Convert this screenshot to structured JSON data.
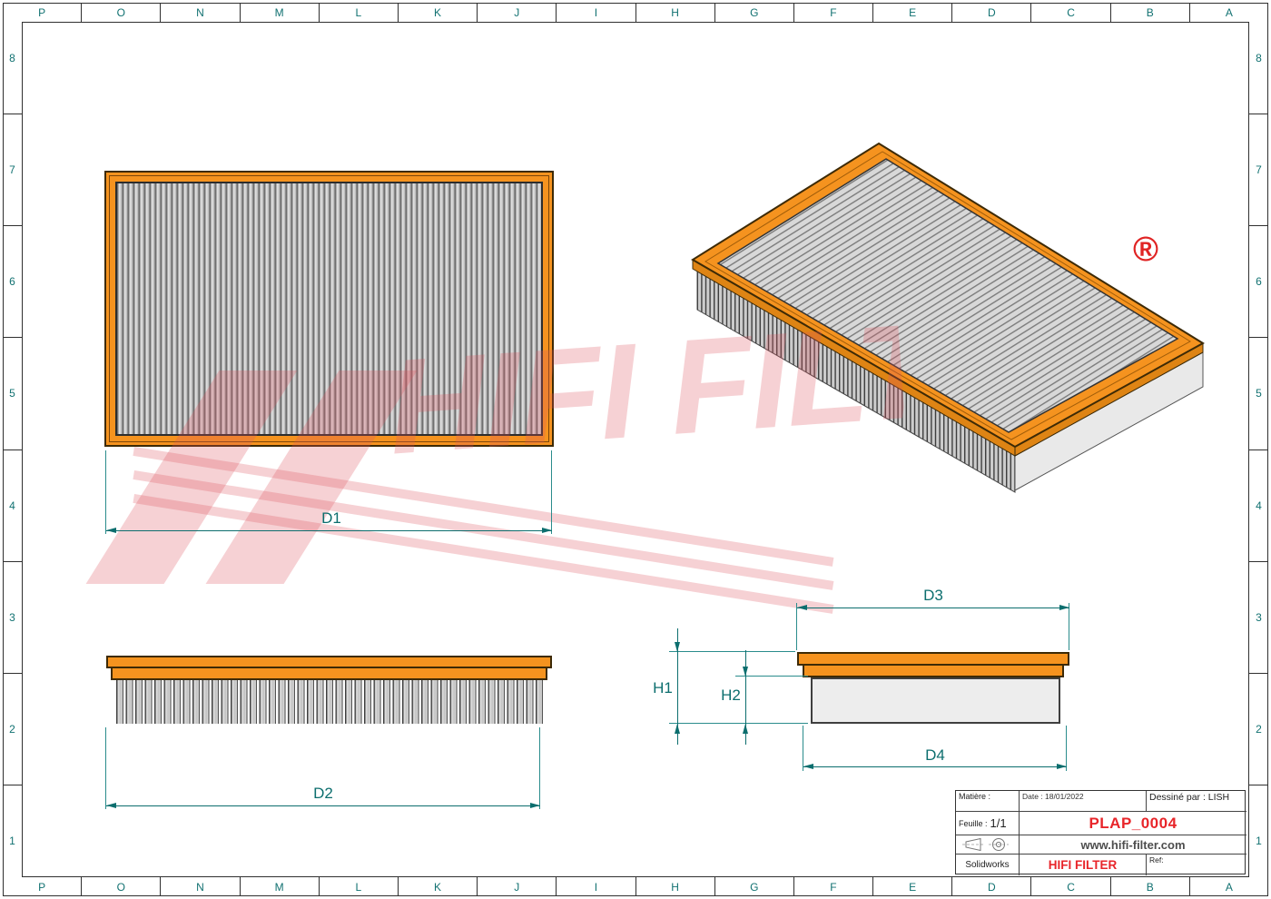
{
  "sheet": {
    "grid_letters": [
      "P",
      "O",
      "N",
      "M",
      "L",
      "K",
      "J",
      "I",
      "H",
      "G",
      "F",
      "E",
      "D",
      "C",
      "B",
      "A"
    ],
    "grid_numbers": [
      "8",
      "7",
      "6",
      "5",
      "4",
      "3",
      "2",
      "1"
    ]
  },
  "watermark": {
    "brand": "HIFI FILTER",
    "registered": "®"
  },
  "dims": {
    "d1": "D1",
    "d2": "D2",
    "d3": "D3",
    "d4": "D4",
    "h1": "H1",
    "h2": "H2"
  },
  "title_block": {
    "material_label": "Matière :",
    "date": "Date : 18/01/2022",
    "drawn_by": "Dessiné par : LISH",
    "sheet_label": "Feuille :",
    "sheet_value": "1/1",
    "part_number": "PLAP_0004",
    "website": "www.hifi-filter.com",
    "software": "Solidworks",
    "brand": "HIFI FILTER",
    "ref_label": "Ref:"
  },
  "colors": {
    "frame_orange": "#f5931f",
    "dimension_teal": "#0c6e6e",
    "brand_red": "#e8252a",
    "watermark_pink": "#f2b7bd"
  }
}
